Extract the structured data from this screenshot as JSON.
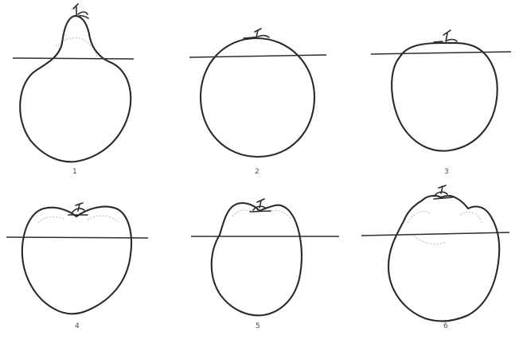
{
  "figure": {
    "shapes": [
      {
        "label": "1",
        "outline": "elongated-neck"
      },
      {
        "label": "2",
        "outline": "round"
      },
      {
        "label": "3",
        "outline": "round-flat-shoulder"
      },
      {
        "label": "4",
        "outline": "heart-two-lobes"
      },
      {
        "label": "5",
        "outline": "heart-two-lobes-raised"
      },
      {
        "label": "6",
        "outline": "heart-lobed-irregular"
      }
    ],
    "caption": "",
    "colors": {
      "stroke": "#2a2a2a",
      "background": "#ffffff"
    }
  }
}
